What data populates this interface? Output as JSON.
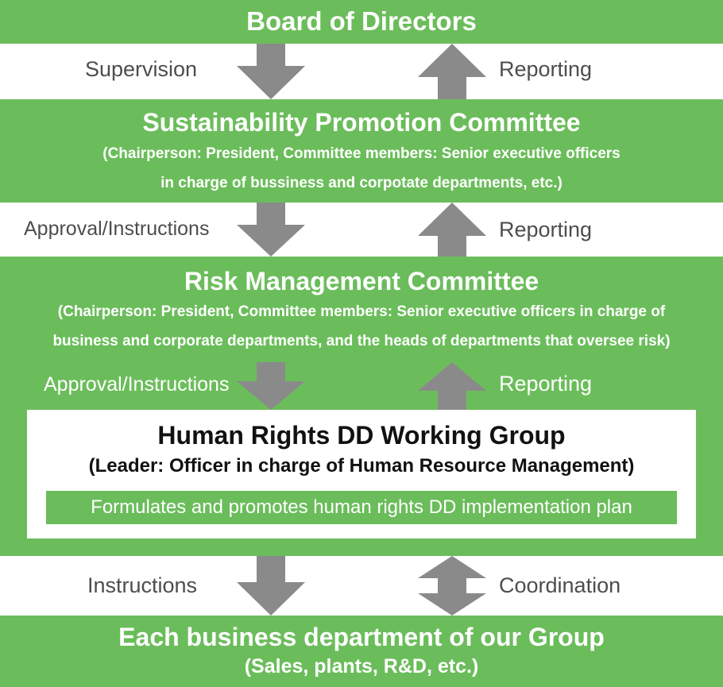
{
  "board": {
    "title": "Board of Directors"
  },
  "links": {
    "board_spc": {
      "down": "Supervision",
      "up": "Reporting"
    },
    "spc_rmc": {
      "down": "Approval/Instructions",
      "up": "Reporting"
    },
    "rmc_wg": {
      "down": "Approval/Instructions",
      "up": "Reporting"
    },
    "wg_dept": {
      "down": "Instructions",
      "both": "Coordination"
    }
  },
  "spc": {
    "title": "Sustainability Promotion Committee",
    "line1": "(Chairperson: President, Committee members: Senior executive officers",
    "line2": "in charge of bussiness and corpotate departments, etc.)"
  },
  "rmc": {
    "title": "Risk Management Committee",
    "line1": "(Chairperson: President, Committee members: Senior executive officers in charge of",
    "line2": "business and corporate departments, and the heads of departments that oversee risk)"
  },
  "wg": {
    "title": "Human Rights DD Working Group",
    "leader": "(Leader: Officer in charge of Human Resource Management)",
    "task": "Formulates and promotes human rights DD implementation plan"
  },
  "dept": {
    "title": "Each business department of our Group",
    "sub": "(Sales, plants, R&D, etc.)"
  },
  "colors": {
    "green": "#6bbd5b",
    "arrow": "#8a8a8a",
    "label_dark": "#4d4d4d"
  }
}
